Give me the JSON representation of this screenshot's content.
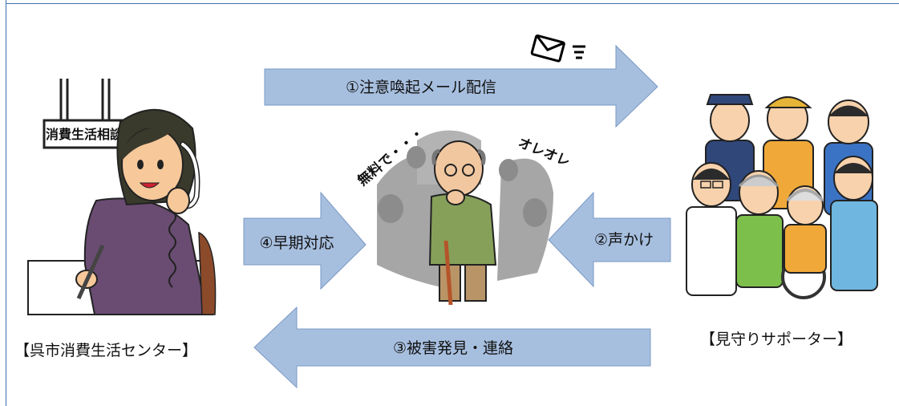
{
  "sign_text": "消費生活相談",
  "left_label": "【呉市消費生活センター】",
  "right_label": "【見守りサポーター】",
  "arrows": {
    "a1": "①注意喚起メール配信",
    "a2": "②声かけ",
    "a3": "③被害発見・連絡",
    "a4": "④早期対応"
  },
  "bubble_left": "無料で・・・",
  "bubble_right": "オレオレ",
  "colors": {
    "arrow_fill": "#a7bfdf",
    "arrow_stroke": "#7a98c4",
    "border": "#3d6fae"
  }
}
